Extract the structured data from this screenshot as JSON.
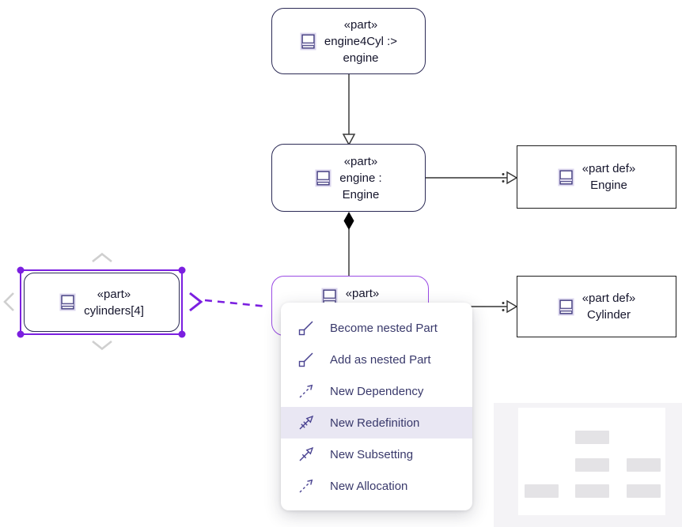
{
  "diagram": {
    "nodes": {
      "engine4cyl": {
        "stereotype": "«part»",
        "name_line1": "engine4Cyl :>",
        "name_line2": "engine"
      },
      "engine": {
        "stereotype": "«part»",
        "name_line1": "engine :",
        "name_line2": "Engine"
      },
      "part_target": {
        "stereotype": "«part»"
      },
      "cylinders": {
        "stereotype": "«part»",
        "name": "cylinders[4]"
      },
      "engine_def": {
        "stereotype": "«part def»",
        "name": "Engine"
      },
      "cylinder_def": {
        "stereotype": "«part def»",
        "name": "Cylinder"
      }
    },
    "edges": {
      "specialization": "engine4Cyl -> engine (hollow triangle)",
      "composition": "engine -> part (filled diamond)",
      "typing_engine": ": Engine (hollow triangle)",
      "typing_cylinder": ": Cylinder (hollow triangle)",
      "pending_connection": "cylinders[4] --> part (dashed purple)"
    }
  },
  "context_menu": {
    "items": [
      {
        "label": "Become nested Part",
        "icon": "nested-part-icon",
        "highlighted": false
      },
      {
        "label": "Add as nested Part",
        "icon": "nested-part-icon",
        "highlighted": false
      },
      {
        "label": "New Dependency",
        "icon": "dependency-arrow-icon",
        "highlighted": false
      },
      {
        "label": "New Redefinition",
        "icon": "redefinition-arrow-icon",
        "highlighted": true
      },
      {
        "label": "New Subsetting",
        "icon": "subsetting-arrow-icon",
        "highlighted": false
      },
      {
        "label": "New Allocation",
        "icon": "allocation-arrow-icon",
        "highlighted": false
      }
    ]
  },
  "colors": {
    "selection_purple": "#7b1fe0",
    "node_border_navy": "#2b2a55",
    "target_border_purple": "#9a4be4",
    "menu_highlight": "#e9e7f3",
    "menu_text": "#39396b",
    "panel_grey": "#f4f3f6"
  }
}
